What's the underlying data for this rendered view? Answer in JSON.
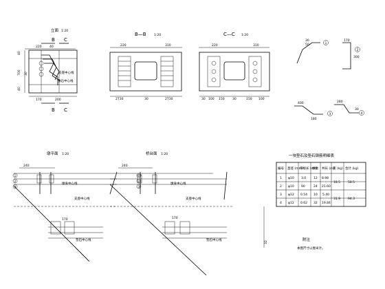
{
  "views": {
    "elevation": {
      "title": "立面",
      "scale": "1:20",
      "dims": [
        "220",
        "40",
        "700",
        "40",
        "30",
        "170",
        "200"
      ],
      "sections": [
        "B",
        "C",
        "B",
        "C"
      ],
      "note": "支座中心线",
      "bearing": "垫石中心线"
    },
    "section_bb": {
      "title": "B—B",
      "scale": "1:20",
      "dims": [
        "220",
        "310",
        "2730",
        "30",
        "2730"
      ]
    },
    "section_cc": {
      "title": "C—C",
      "scale": "1:20",
      "dims": [
        "220",
        "310",
        "30",
        "100",
        "150",
        "30",
        "150",
        "100"
      ]
    },
    "bars": {
      "bar1": {
        "dims": [
          "30",
          "50",
          "5"
        ],
        "mark": "1"
      },
      "bar2": {
        "dims": [
          "170",
          "300"
        ],
        "mark": "2"
      },
      "bar3": {
        "dims": [
          "400",
          "180"
        ],
        "mark": "3"
      },
      "bar4": {
        "dims": [
          "280",
          "30",
          "5"
        ],
        "mark": "4"
      }
    },
    "pier_plan": {
      "title": "墩平面",
      "scale": "1:20",
      "dims": [
        "240",
        "170"
      ],
      "labels": [
        "墩身中心线",
        "支座中心线",
        "垫石中心线"
      ],
      "marks": [
        "1",
        "2",
        "3"
      ]
    },
    "abut_plan": {
      "title": "桥台面",
      "scale": "1:20",
      "dims": [
        "240",
        "170",
        "32"
      ],
      "labels": [
        "墩身中心线",
        "支座中心线",
        "垫石中心线"
      ],
      "marks": [
        "1",
        "2",
        "3"
      ]
    }
  },
  "table": {
    "title": "一块垫石及垫石钢筋明细表",
    "headers": [
      "编号",
      "直径 (mm)",
      "单根长 (cm)",
      "根数",
      "共长 (m)",
      "重 (kg)",
      "合计 (kg)"
    ],
    "rows": [
      [
        "1",
        "φ10",
        "3.0",
        "12",
        "8.98",
        "18.5",
        "58.5"
      ],
      [
        "2",
        "φ10",
        "90",
        "24",
        "21.60",
        "",
        ""
      ],
      [
        "3",
        "φ12",
        "0.54",
        "10",
        "5.40",
        "31.9",
        "94.3"
      ],
      [
        "4",
        "φ12",
        "0.62",
        "32",
        "19.84",
        "",
        ""
      ]
    ]
  },
  "notes": {
    "title": "附注",
    "lines": [
      "本图尺寸以厘米计。"
    ]
  }
}
